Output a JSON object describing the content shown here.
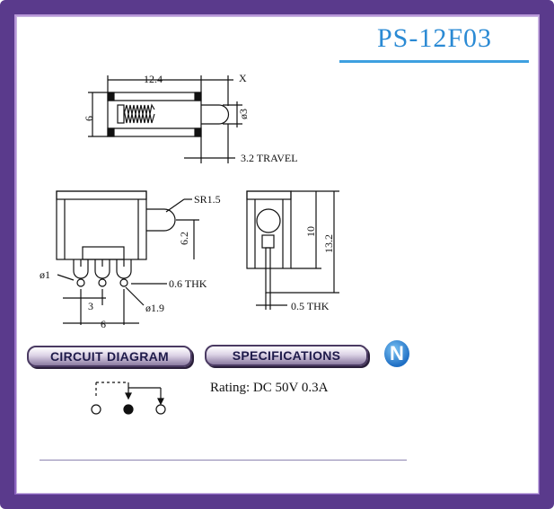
{
  "title": "PS-12F03",
  "top_view": {
    "dim_length": "12.4",
    "dim_x": "X",
    "dim_height": "6",
    "dim_button_dia": "ø3",
    "dim_travel": "3.2  TRAVEL"
  },
  "side_view": {
    "dim_radius": "SR1.5",
    "dim_button_height": "6.2",
    "dim_pin_dia": "ø1",
    "dim_pin_pitch": "3",
    "dim_pin_span": "6",
    "dim_thk": "0.6  THK",
    "dim_hole_dia": "ø1.9"
  },
  "end_view": {
    "dim_height_a": "10",
    "dim_height_b": "13.2",
    "dim_thk": "0.5  THK"
  },
  "sections": {
    "circuit_label": "CIRCUIT DIAGRAM",
    "spec_label": "SPECIFICATIONS",
    "badge_letter": "N"
  },
  "specifications": {
    "rating": "Rating: DC 50V 0.3A"
  },
  "colors": {
    "frame": "#5a3a8c",
    "title": "#2a8ad4",
    "accent_rule": "#3ea0e0"
  }
}
